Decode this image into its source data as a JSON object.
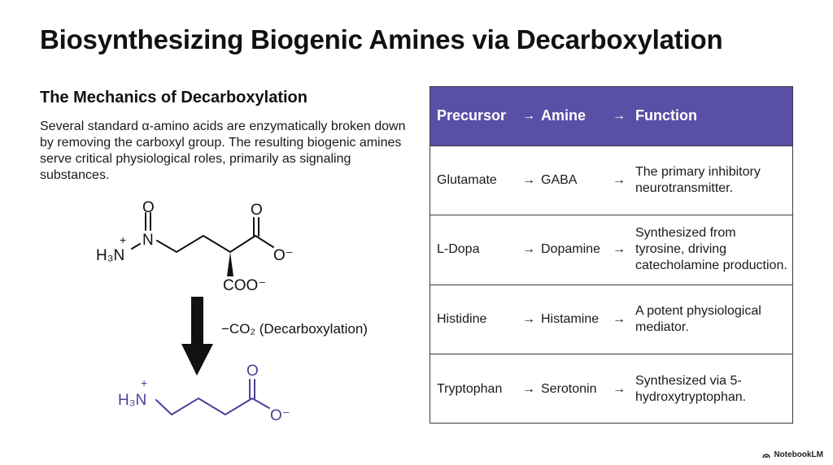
{
  "title": "Biosynthesizing Biogenic Amines via Decarboxylation",
  "section": {
    "heading": "The Mechanics of Decarboxylation",
    "body": "Several standard α-amino acids are enzymatically broken down by removing the carboxyl group. The resulting biogenic amines serve critical physiological roles, primarily as signaling substances."
  },
  "reaction": {
    "reactant": {
      "n_label": "N",
      "h3n_label": "H₃N",
      "plus": "+",
      "o_top": "O",
      "o_right_top": "O",
      "o_minus": "O⁻",
      "coo": "COO⁻"
    },
    "step_label": "−CO₂ (Decarboxylation)",
    "product": {
      "h3n_label": "H₃N",
      "plus": "+",
      "o_top": "O",
      "o_minus": "O⁻"
    },
    "colors": {
      "reactant": "#111111",
      "product": "#4b3f99",
      "arrow": "#111111"
    }
  },
  "table": {
    "headers": {
      "precursor": "Precursor",
      "arrow1": "→",
      "amine": "Amine",
      "arrow2": "→",
      "function": "Function"
    },
    "header_color": "#5a4fa6",
    "rows": [
      {
        "precursor": "Glutamate",
        "arrow1": "→",
        "amine": "GABA",
        "arrow2": "→",
        "function": "The primary inhibitory neurotransmitter."
      },
      {
        "precursor": "L-Dopa",
        "arrow1": "→",
        "amine": "Dopamine",
        "arrow2": "→",
        "function": "Synthesized from tyrosine, driving catecholamine production."
      },
      {
        "precursor": "Histidine",
        "arrow1": "→",
        "amine": "Histamine",
        "arrow2": "→",
        "function": "A potent physiological mediator."
      },
      {
        "precursor": "Tryptophan",
        "arrow1": "→",
        "amine": "Serotonin",
        "arrow2": "→",
        "function": "Synthesized via 5-hydroxytryptophan."
      }
    ]
  },
  "watermark": {
    "label": "NotebookLM",
    "icon": "notebooklm-logo-icon"
  }
}
